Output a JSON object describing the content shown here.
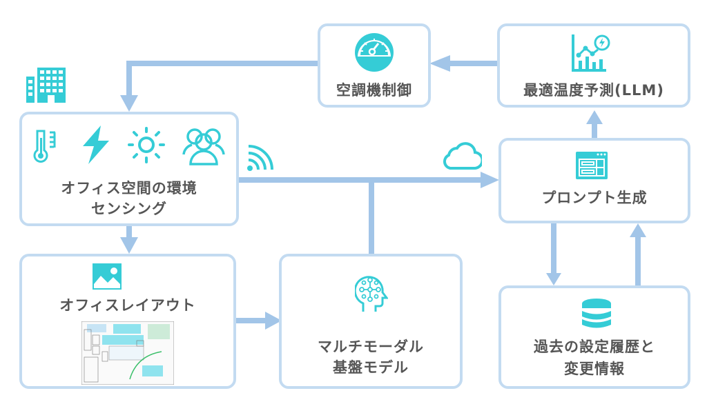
{
  "colors": {
    "accent": "#35ccd6",
    "arrow": "#a2c5e8",
    "border": "#c3dbf1",
    "text": "#555555"
  },
  "nodes": {
    "ac_control": {
      "label": "空調機制御",
      "icon": "speedometer-icon"
    },
    "optimal_temp": {
      "label": "最適温度予測(LLM)",
      "icon": "analytics-chart-icon"
    },
    "sensing": {
      "line1": "オフィス空間の環境",
      "line2": "センシング",
      "icons": [
        "thermometer-icon",
        "lightning-icon",
        "sun-icon",
        "people-group-icon"
      ]
    },
    "prompt": {
      "label": "プロンプト生成",
      "icon": "browser-window-icon"
    },
    "layout": {
      "label": "オフィスレイアウト",
      "icon": "image-icon",
      "image": "office-floor-plan"
    },
    "multimodal": {
      "line1": "マルチモーダル",
      "line2": "基盤モデル",
      "icon": "ai-head-icon"
    },
    "history": {
      "line1": "過去の設定履歴と",
      "line2": "変更情報",
      "icon": "database-icon"
    }
  },
  "decorations": [
    "building-icon",
    "wifi-icon",
    "cloud-icon"
  ]
}
